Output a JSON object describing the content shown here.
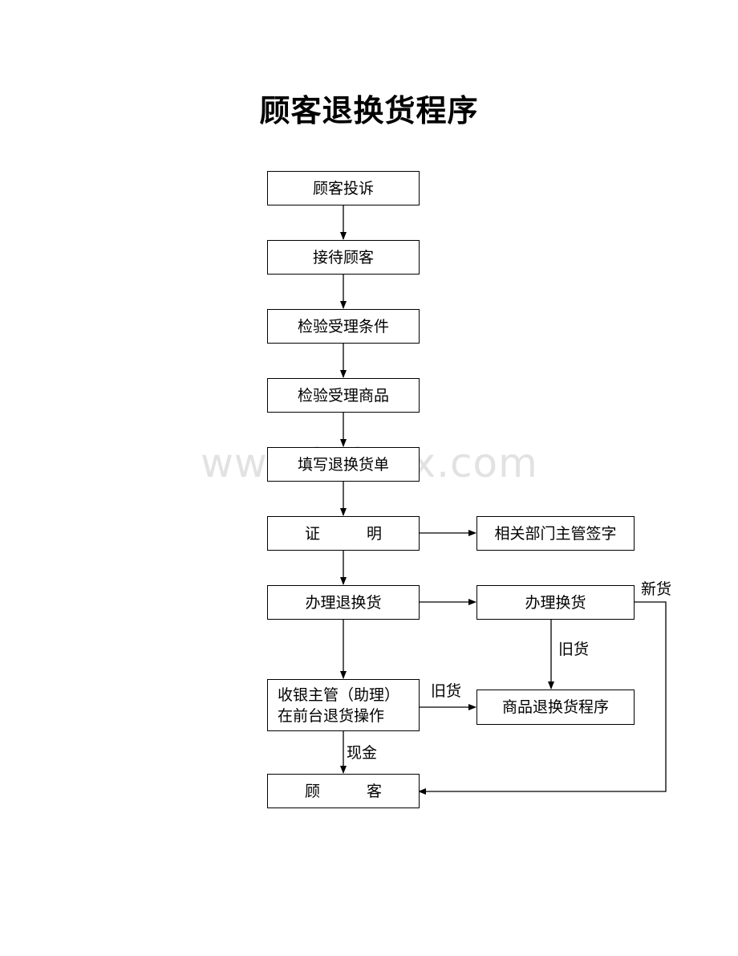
{
  "page": {
    "title": "顾客退换货程序",
    "watermark": "www.bdocx.com"
  },
  "flow": {
    "complaint": "顾客投诉",
    "reception": "接待顾客",
    "check_conditions": "检验受理条件",
    "check_goods": "检验受理商品",
    "fill_form": "填写退换货单",
    "proof_left": "证",
    "proof_right": "明",
    "dept_sign": "相关部门主管签字",
    "process_return": "办理退换货",
    "process_exchange": "办理换货",
    "cashier_line1": "收银主管（助理）",
    "cashier_line2": "在前台退货操作",
    "goods_return_procedure": "商品退换货程序",
    "customer_left": "顾",
    "customer_right": "客"
  },
  "labels": {
    "new_goods": "新货",
    "old_goods_right": "旧货",
    "old_goods_left": "旧货",
    "cash": "现金"
  },
  "colors": {
    "line": "#000000",
    "watermark": "#e2e2e2"
  }
}
